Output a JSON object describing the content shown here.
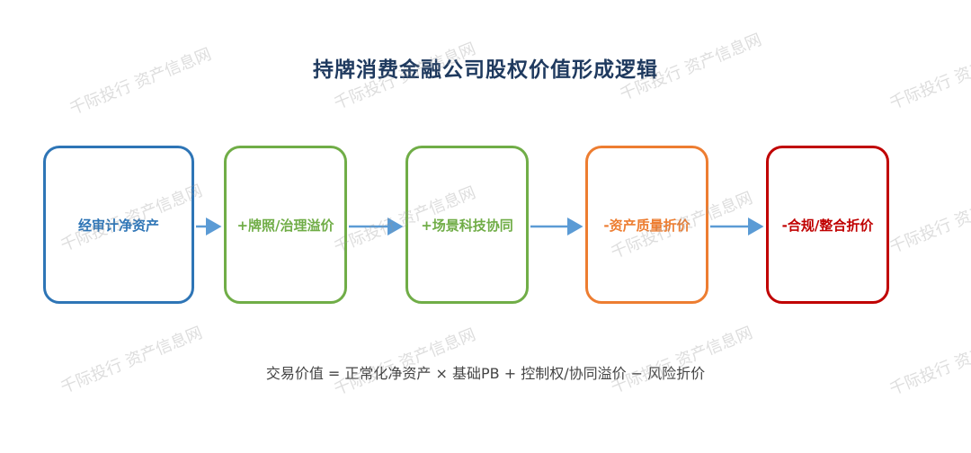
{
  "title": "持牌消费金融公司股权价值形成逻辑",
  "boxes": [
    {
      "label": "经审计净资产",
      "color": "#2e75b6"
    },
    {
      "label": "+牌照/治理溢价",
      "color": "#70ad47"
    },
    {
      "label": "+场景科技协同",
      "color": "#70ad47"
    },
    {
      "label": "-资产质量折价",
      "color": "#ed7d31"
    },
    {
      "label": "-合规/整合折价",
      "color": "#c00000"
    }
  ],
  "arrow_color": "#5b9bd5",
  "formula": "交易价值 = 正常化净资产 × 基础PB + 控制权/协同溢价 − 风险折价",
  "watermark": "千际投行 资产信息网"
}
